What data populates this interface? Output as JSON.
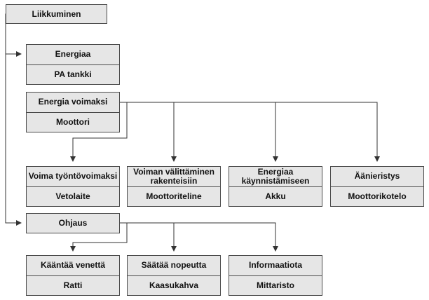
{
  "root": {
    "title": "Liikkuminen"
  },
  "groups": [
    {
      "id": "energiaa",
      "function": "Energiaa",
      "component": "PA tankki"
    },
    {
      "id": "energia-voimaksi",
      "function": "Energia voimaksi",
      "component": "Moottori"
    },
    {
      "id": "voima-tyontovoimaksi",
      "function": "Voima työntövoimaksi",
      "component": "Vetolaite"
    },
    {
      "id": "voiman-valittaminen",
      "function": "Voiman välittäminen\nrakenteisiin",
      "component": "Moottoriteline"
    },
    {
      "id": "energiaa-kaynnistamiseen",
      "function": "Energiaa\nkäynnistämiseen",
      "component": "Akku"
    },
    {
      "id": "aanieristys",
      "function": "Äänieristys",
      "component": "Moottorikotelo"
    },
    {
      "id": "ohjaus",
      "function": "Ohjaus"
    },
    {
      "id": "kaantaa-venetta",
      "function": "Kääntää venettä",
      "component": "Ratti"
    },
    {
      "id": "saataa-nopeutta",
      "function": "Säätää nopeutta",
      "component": "Kaasukahva"
    },
    {
      "id": "informaatiota",
      "function": "Informaatiota",
      "component": "Mittaristo"
    }
  ],
  "colors": {
    "box_fill": "#e6e6e6",
    "box_border": "#4a4a4a",
    "line": "#333333"
  }
}
